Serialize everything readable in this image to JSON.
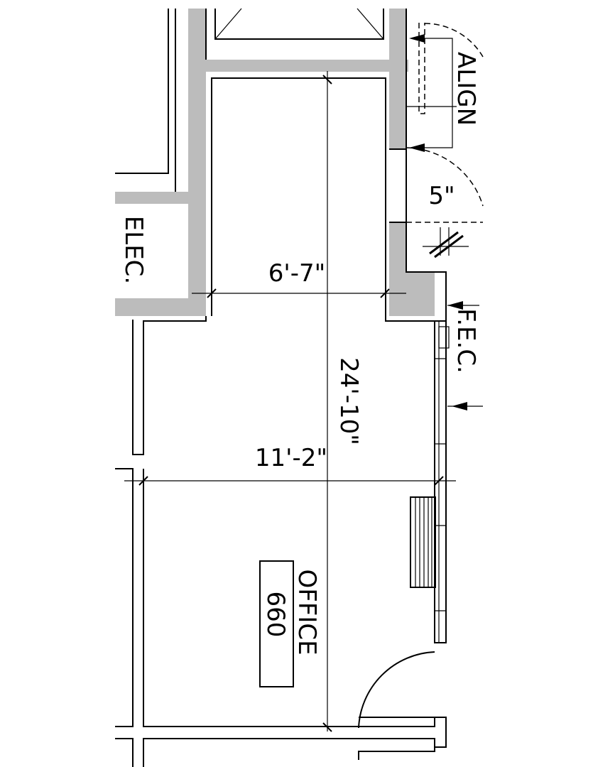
{
  "labels": {
    "align": "ALIGN",
    "five_inch": "5\"",
    "elec": "ELEC.",
    "width_upper": "6'-7\"",
    "fec": "F.E.C.",
    "length": "24'-10\"",
    "width_lower": "11'-2\"",
    "room_name": "OFFICE",
    "room_number": "660"
  },
  "colors": {
    "wall_fill": "#bcbcbc",
    "line": "#000000"
  }
}
